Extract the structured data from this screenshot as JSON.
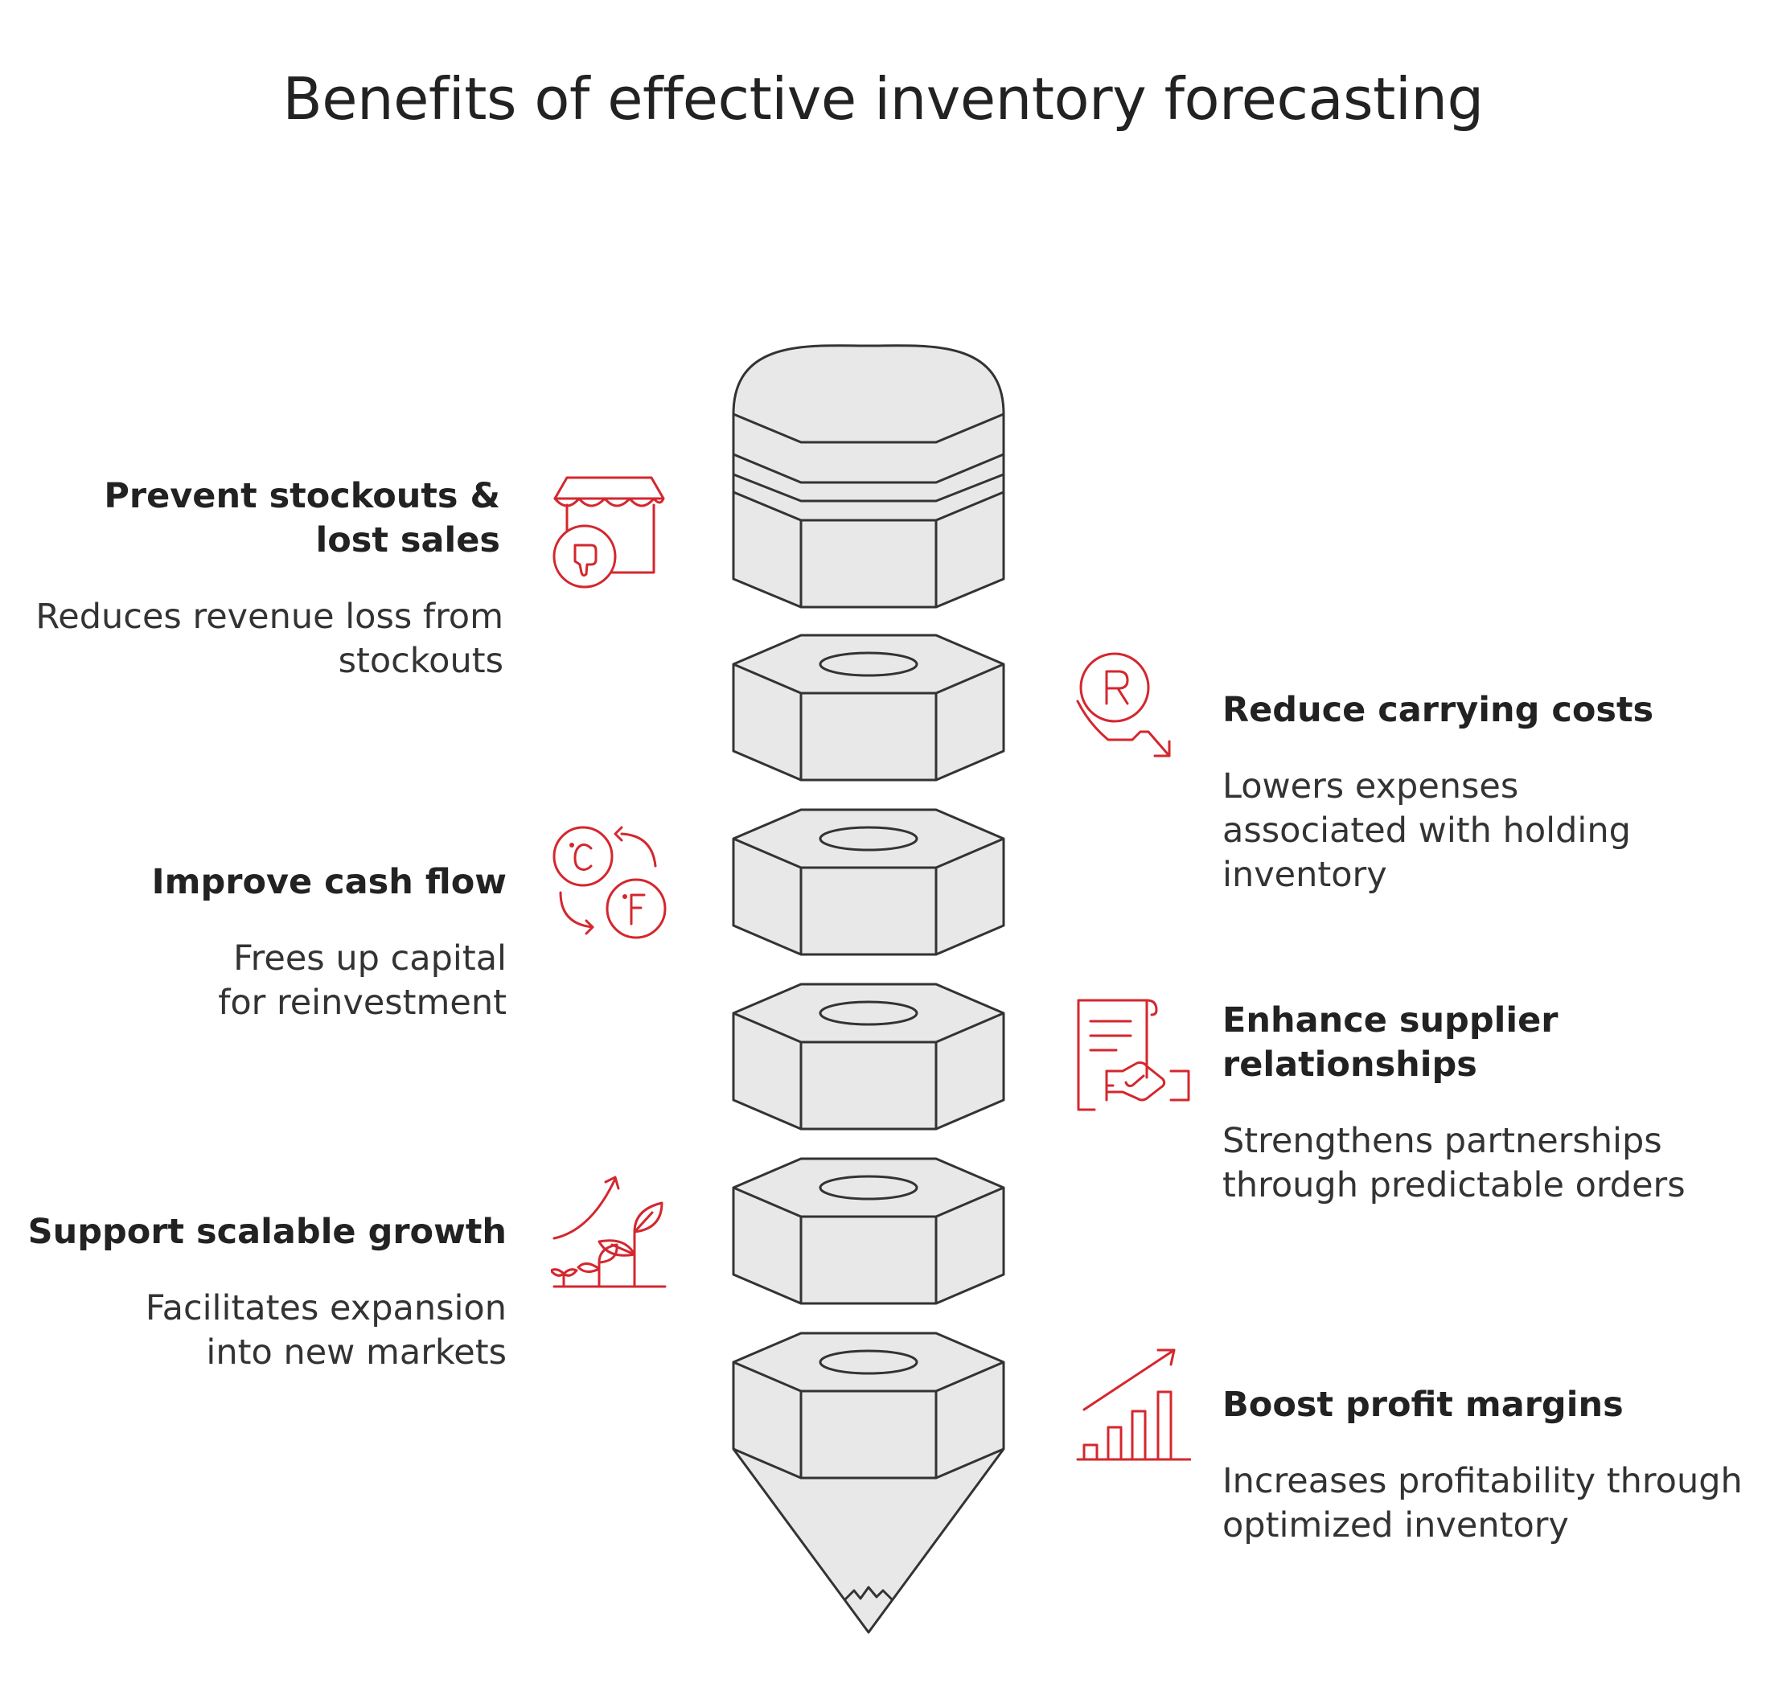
{
  "title": "Benefits of effective inventory forecasting",
  "colors": {
    "accent": "#d4272e",
    "shape_fill": "#e8e8e8",
    "shape_stroke": "#333333",
    "text": "#222222"
  },
  "benefits": [
    {
      "heading": "Prevent stockouts & lost sales",
      "description": "Reduces revenue loss from stockouts",
      "side": "left",
      "icon": "store-thumbs-down-icon"
    },
    {
      "heading": "Reduce carrying costs",
      "description": "Lowers expenses associated with holding inventory",
      "side": "right",
      "icon": "cost-down-trend-icon"
    },
    {
      "heading": "Improve cash flow",
      "description": "Frees up capital for reinvestment",
      "side": "left",
      "icon": "currency-exchange-icon"
    },
    {
      "heading": "Enhance supplier relationships",
      "description": "Strengthens partnerships through predictable orders",
      "side": "right",
      "icon": "contract-handshake-icon"
    },
    {
      "heading": "Support scalable growth",
      "description": "Facilitates expansion into new markets",
      "side": "left",
      "icon": "plant-growth-icon"
    },
    {
      "heading": "Boost profit margins",
      "description": "Increases profitability through optimized inventory",
      "side": "right",
      "icon": "bar-chart-growth-icon"
    }
  ]
}
